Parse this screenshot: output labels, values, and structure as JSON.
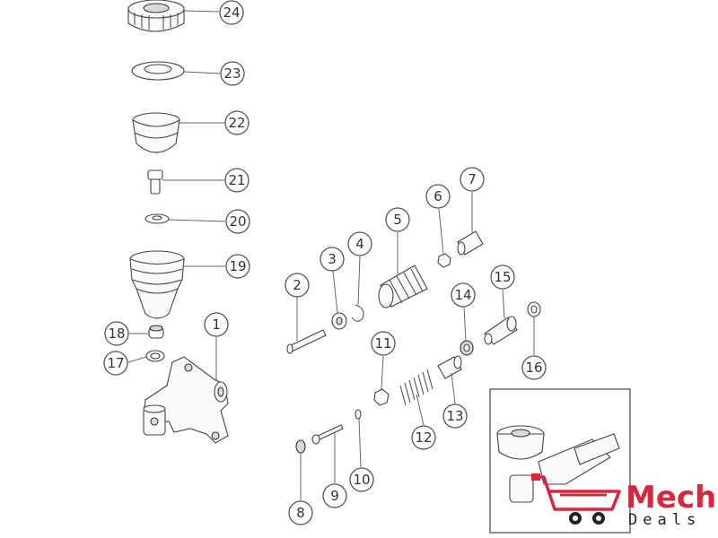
{
  "callouts": [
    "1",
    "2",
    "3",
    "4",
    "5",
    "6",
    "7",
    "8",
    "9",
    "10",
    "11",
    "12",
    "13",
    "14",
    "15",
    "16",
    "17",
    "18",
    "19",
    "20",
    "21",
    "22",
    "23",
    "24"
  ],
  "brand": {
    "name": "Mech",
    "sub": "Deals",
    "color": "#d7263d"
  }
}
